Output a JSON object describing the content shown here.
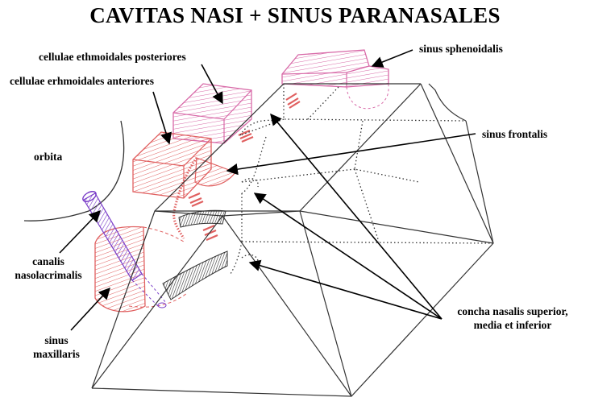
{
  "title": "CAVITAS NASI + SINUS PARANASALES",
  "labels": {
    "sinus_sphenoidalis": "sinus sphenoidalis",
    "cellulae_ethmoidales_posteriores": "cellulae ethmoidales posteriores",
    "cellulae_ethmoidales_anteriores": "cellulae erhmoidales anteriores",
    "orbita": "orbita",
    "sinus_frontalis": "sinus frontalis",
    "canalis_line1": "canalis",
    "canalis_line2": "nasolacrimalis",
    "sinus_max_line1": "sinus",
    "sinus_max_line2": "maxillaris",
    "concha_line1": "concha nasalis superior,",
    "concha_line2": "media et inferior"
  },
  "colors": {
    "outline": "#333333",
    "pink": "#d86aa8",
    "red": "#e06060",
    "purple": "#7a3dc8",
    "hatch_dark": "#444444"
  }
}
